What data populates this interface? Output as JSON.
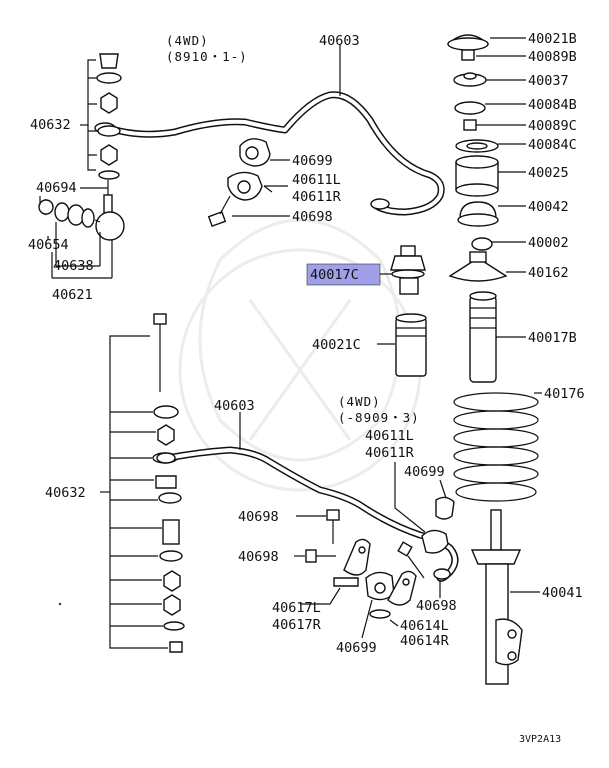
{
  "notes": {
    "top_4wd": "(4WD)",
    "top_range": "(8910・1-)",
    "mid_4wd": "(4WD)",
    "mid_range": "(-8909・3)"
  },
  "labels": {
    "p40603_top": "40603",
    "p40632_top": "40632",
    "p40694": "40694",
    "p40654": "40654",
    "p40638": "40638",
    "p40621": "40621",
    "p40699_top": "40699",
    "p40611L_top": "40611L",
    "p40611R_top": "40611R",
    "p40698_top": "40698",
    "p40017C": "40017C",
    "p40021C": "40021C",
    "p40603_mid": "40603",
    "p40632_mid": "40632",
    "p40611L_mid": "40611L",
    "p40611R_mid": "40611R",
    "p40699_mid": "40699",
    "p40698_mid1": "40698",
    "p40698_mid2": "40698",
    "p40698_mid3": "40698",
    "p40617L": "40617L",
    "p40617R": "40617R",
    "p40699_bot": "40699",
    "p40614L": "40614L",
    "p40614R": "40614R",
    "p40021B": "40021B",
    "p40089B": "40089B",
    "p40037": "40037",
    "p40084B": "40084B",
    "p40089C": "40089C",
    "p40084C": "40084C",
    "p40025": "40025",
    "p40042": "40042",
    "p40002": "40002",
    "p40162": "40162",
    "p40017B": "40017B",
    "p40176": "40176",
    "p40041": "40041"
  },
  "highlight": {
    "part": "40017C",
    "color": "#9fa0e8"
  },
  "diagram_code": "3VP2A13"
}
